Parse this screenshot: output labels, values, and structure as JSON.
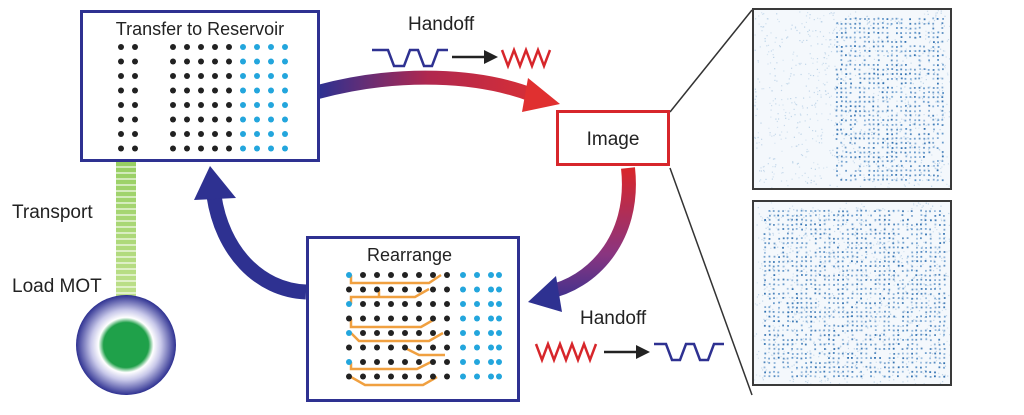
{
  "labels": {
    "transfer_title": "Transfer to Reservoir",
    "handoff_top": "Handoff",
    "image": "Image",
    "transport": "Transport",
    "load_mot": "Load MOT",
    "rearrange_title": "Rearrange",
    "handoff_bottom": "Handoff"
  },
  "colors": {
    "navy": "#2e3191",
    "red": "#d7262b",
    "cyan": "#23a6dd",
    "atom": "#222222",
    "orange": "#f0a040",
    "green": "#1fa14a",
    "transport_green": "#a6d36a"
  },
  "icons": {
    "arrow": "right-arrow-icon",
    "trap_blue": "tweezer-wave-icon",
    "trap_red": "lattice-wave-icon"
  }
}
